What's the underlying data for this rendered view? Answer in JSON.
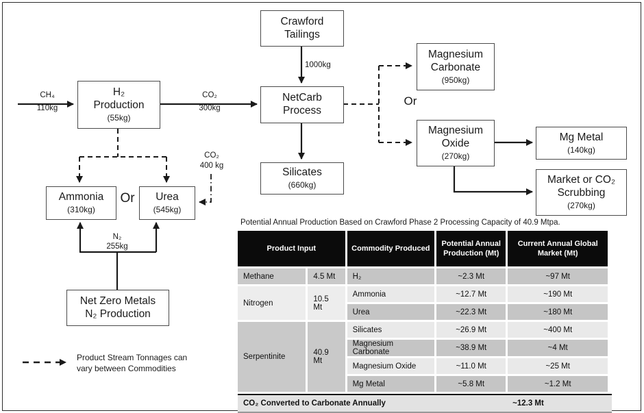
{
  "colors": {
    "line": "#1a1a1a",
    "box_border": "#4a4a4a",
    "table_header_bg": "#0b0b0b",
    "table_header_text": "#ffffff",
    "row_dark": "#c5c5c5",
    "row_light": "#e9e9e9",
    "footer_bg": "#e2e2e2"
  },
  "figure": {
    "boxes": {
      "crawford": {
        "l1": "Crawford",
        "l2": "Tailings"
      },
      "h2prod": {
        "l1": "H₂",
        "l2": "Production",
        "sub": "(55kg)"
      },
      "netcarb": {
        "l1": "NetCarb",
        "l2": "Process"
      },
      "silicates": {
        "l1": "Silicates",
        "sub": "(660kg)"
      },
      "mg_carbonate": {
        "l1": "Magnesium",
        "l2": "Carbonate",
        "sub": "(950kg)"
      },
      "mg_oxide": {
        "l1": "Magnesium",
        "l2": "Oxide",
        "sub": "(270kg)"
      },
      "mg_metal": {
        "l1": "Mg Metal",
        "sub": "(140kg)"
      },
      "market_scrubbing": {
        "l1": "Market or CO₂",
        "l2": "Scrubbing",
        "sub": "(270kg)"
      },
      "ammonia": {
        "l1": "Ammonia",
        "sub": "(310kg)"
      },
      "urea": {
        "l1": "Urea",
        "sub": "(545kg)"
      },
      "net_zero_metals": {
        "l1": "Net Zero Metals",
        "l2": "N₂ Production"
      }
    },
    "edge_labels": {
      "ch4": "CH₄",
      "ch4_amount": "110kg",
      "co2_netcarb": "CO₂",
      "co2_netcarb_amount": "300kg",
      "tailings_amount": "1000kg",
      "co2_urea": "CO₂",
      "co2_urea_amount": "400 kg",
      "n2": "N₂",
      "n2_amount": "255kg",
      "or_left": "Or",
      "or_right": "Or"
    },
    "legend": {
      "line1": "Product Stream Tonnages can",
      "line2": "vary between Commodities"
    }
  },
  "table": {
    "title": "Potential Annual Production Based on Crawford Phase 2 Processing Capacity of 40.9 Mtpa.",
    "headers": [
      "Product Input",
      "Commodity Produced",
      "Potential Annual Production (Mt)",
      "Current Annual Global Market (Mt)"
    ],
    "input_groups": [
      {
        "name": "Methane",
        "amount": "4.5 Mt",
        "rows": 1
      },
      {
        "name": "Nitrogen",
        "amount": "10.5 Mt",
        "rows": 2
      },
      {
        "name": "Serpentinite",
        "amount": "40.9 Mt",
        "rows": 4
      }
    ],
    "rows": [
      {
        "commodity": "H₂",
        "potential": "~2.3 Mt",
        "market": "~97 Mt"
      },
      {
        "commodity": "Ammonia",
        "potential": "~12.7 Mt",
        "market": "~190 Mt"
      },
      {
        "commodity": "Urea",
        "potential": "~22.3 Mt",
        "market": "~180 Mt"
      },
      {
        "commodity": "Silicates",
        "potential": "~26.9 Mt",
        "market": "~400 Mt"
      },
      {
        "commodity": "Magnesium Carbonate",
        "potential": "~38.9 Mt",
        "market": "~4 Mt"
      },
      {
        "commodity": "Magnesium Oxide",
        "potential": "~11.0 Mt",
        "market": "~25 Mt"
      },
      {
        "commodity": "Mg Metal",
        "potential": "~5.8 Mt",
        "market": "~1.2 Mt"
      }
    ],
    "footer": {
      "label": "CO₂ Converted to Carbonate Annually",
      "value": "~12.3 Mt"
    }
  }
}
